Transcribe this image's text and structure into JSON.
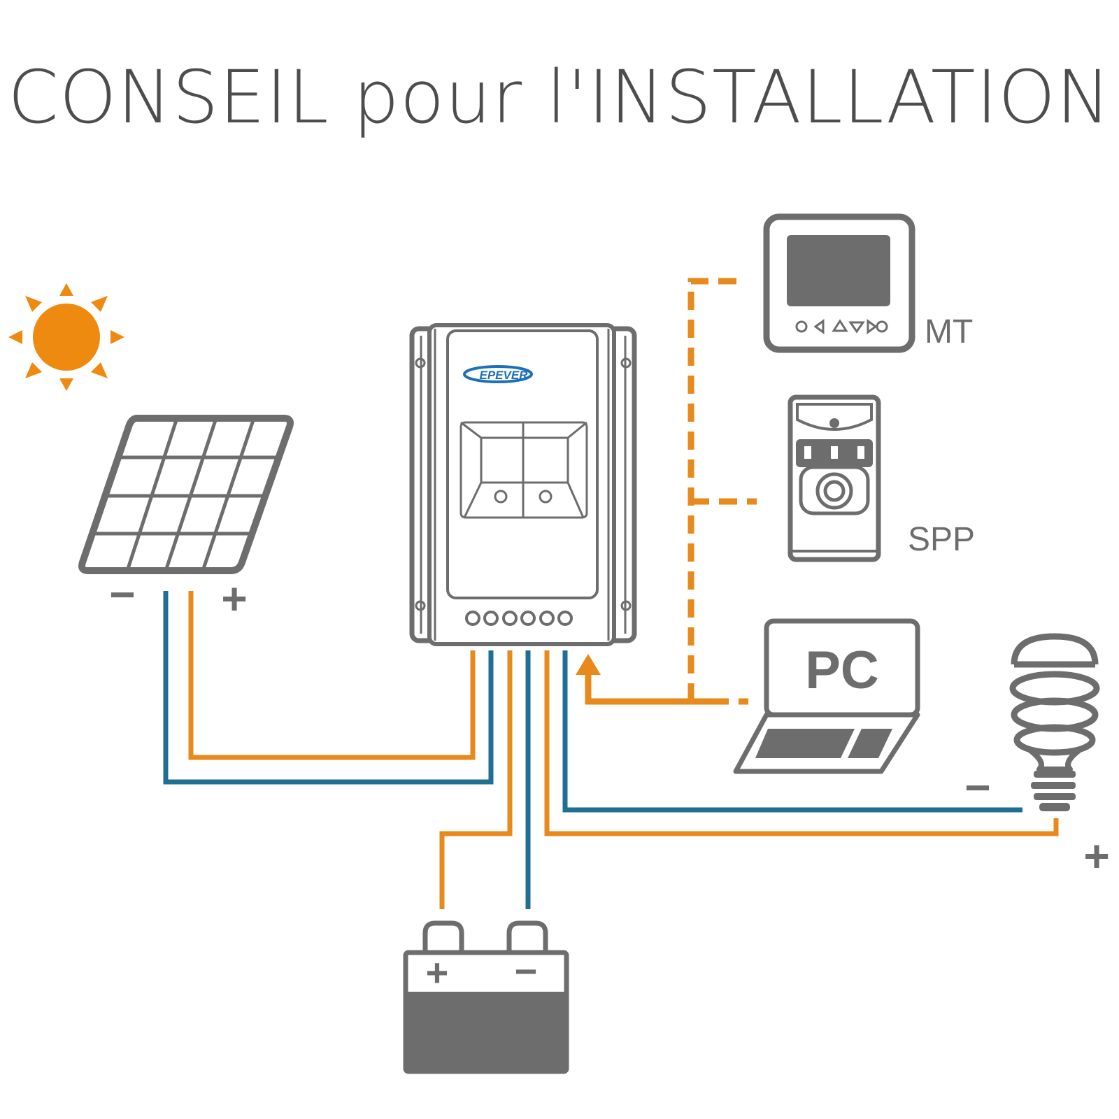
{
  "title": "CONSEIL pour l'INSTALLATION",
  "brand": "EPEVER",
  "labels": {
    "mt": "MT",
    "spp": "SPP",
    "pc": "PC",
    "panel_minus": "−",
    "panel_plus": "+",
    "battery_plus": "+",
    "battery_minus": "−",
    "load_minus": "−",
    "load_plus": "+"
  },
  "colors": {
    "positive_wire": "#e8891c",
    "negative_wire": "#1f6f93",
    "device_gray": "#6d6d6d",
    "sun": "#ef8a11",
    "brand_blue": "#1d6fb8"
  },
  "icons": {
    "sun": "sun-icon",
    "panel": "solar-panel-icon",
    "controller": "charge-controller-icon",
    "meter": "remote-meter-icon",
    "spp": "spp-device-icon",
    "pc": "laptop-icon",
    "bulb": "light-bulb-icon",
    "battery": "battery-icon"
  }
}
